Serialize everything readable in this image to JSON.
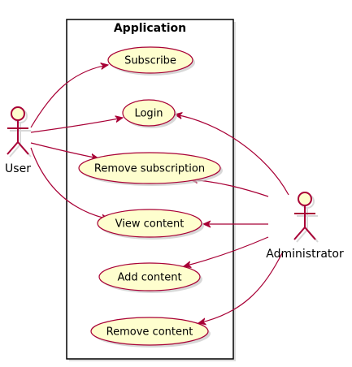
{
  "system": {
    "title": "Application"
  },
  "actors": [
    {
      "id": "user",
      "label": "User"
    },
    {
      "id": "admin",
      "label": "Administrator"
    }
  ],
  "use_cases": [
    {
      "id": "subscribe",
      "label": "Subscribe"
    },
    {
      "id": "login",
      "label": "Login"
    },
    {
      "id": "remove_subscription",
      "label": "Remove subscription"
    },
    {
      "id": "view_content",
      "label": "View content"
    },
    {
      "id": "add_content",
      "label": "Add content"
    },
    {
      "id": "remove_content",
      "label": "Remove content"
    }
  ],
  "associations": [
    {
      "from": "user",
      "to": "subscribe"
    },
    {
      "from": "user",
      "to": "login"
    },
    {
      "from": "user",
      "to": "remove_subscription"
    },
    {
      "from": "user",
      "to": "view_content"
    },
    {
      "from": "admin",
      "to": "login"
    },
    {
      "from": "admin",
      "to": "remove_subscription"
    },
    {
      "from": "admin",
      "to": "view_content"
    },
    {
      "from": "admin",
      "to": "add_content"
    },
    {
      "from": "admin",
      "to": "remove_content"
    }
  ],
  "colors": {
    "line": "#A80036",
    "usecase_fill": "#FEFECE",
    "actor_fill": "#FEFECE",
    "shadow": "#C8C8C8",
    "frame": "#000000"
  }
}
